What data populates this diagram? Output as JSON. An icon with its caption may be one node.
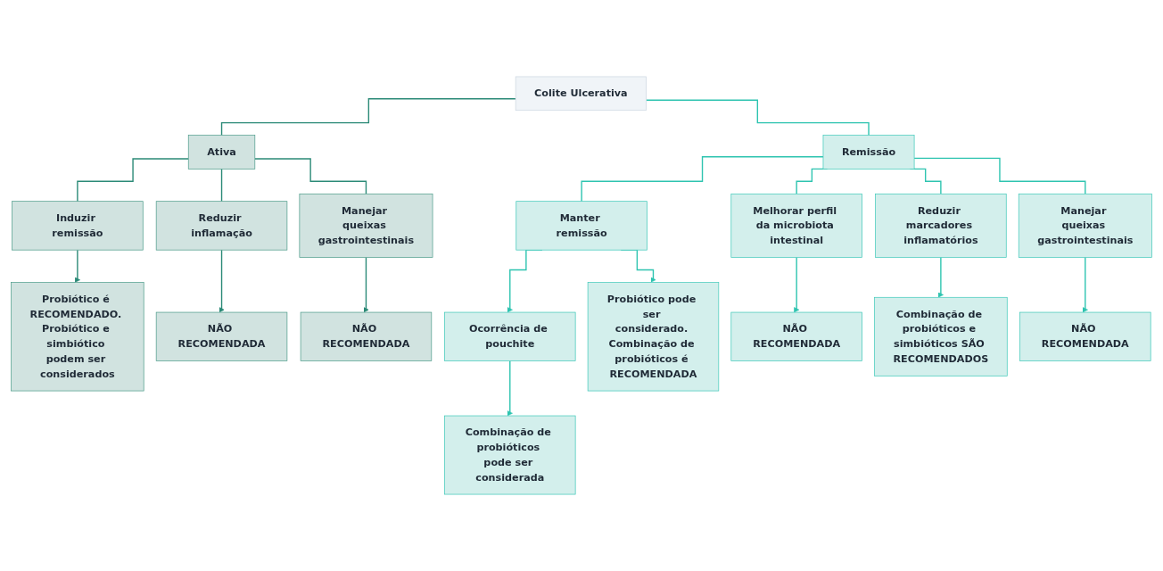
{
  "diagram": {
    "nodes": [
      {
        "text": [
          "Colite Ulcerativa"
        ]
      },
      {
        "text": [
          "Ativa"
        ]
      },
      {
        "text": [
          "Remissão"
        ]
      },
      {
        "text": [
          "Induzir remissão"
        ]
      },
      {
        "text": [
          "Reduzir inflamação"
        ]
      },
      {
        "text": [
          "Manejar queixas gastrointestinais"
        ]
      },
      {
        "text": [
          "Manter remissão"
        ]
      },
      {
        "text": [
          "Melhorar perfil da microbiota intestinal"
        ]
      },
      {
        "text": [
          "Reduzir marcadores inflamatórios"
        ]
      },
      {
        "text": [
          "Manejar queixas gastrointestinais"
        ]
      },
      {
        "text": [
          "Probiótico é RECOMENDADO. Probiótico e simbiótico podem ser considerados"
        ]
      },
      {
        "text": [
          "NÃO RECOMENDADA"
        ]
      },
      {
        "text": [
          "NÃO RECOMENDADA"
        ]
      },
      {
        "text": [
          "Ocorrência de pouchite"
        ]
      },
      {
        "text": [
          "Probiótico pode ser considerado. Combinação de probióticos é RECOMENDADA"
        ]
      },
      {
        "text": [
          "NÃO RECOMENDADA"
        ]
      },
      {
        "text": [
          "Combinação de probióticos e simbióticos SÃO RECOMENDADOS"
        ]
      },
      {
        "text": [
          "NÃO RECOMENDADA"
        ]
      },
      {
        "text": [
          "Combinação de probióticos pode ser considerada"
        ]
      }
    ],
    "edges": [
      {
        "from": 0,
        "to": 1,
        "arrow": "none",
        "color": "#2b8a77"
      },
      {
        "from": 0,
        "to": 2,
        "arrow": "none"
      },
      {
        "from": 1,
        "to": 3,
        "arrow": "none",
        "color": "#2b8a77"
      },
      {
        "from": 1,
        "to": 4,
        "arrow": "none",
        "color": "#2b8a77"
      },
      {
        "from": 1,
        "to": 5,
        "arrow": "none",
        "color": "#2b8a77"
      },
      {
        "from": 2,
        "to": 6,
        "arrow": "none"
      },
      {
        "from": 2,
        "to": 7,
        "arrow": "none"
      },
      {
        "from": 2,
        "to": 8,
        "arrow": "none"
      },
      {
        "from": 2,
        "to": 9,
        "arrow": "none"
      },
      {
        "from": 3,
        "to": 10,
        "arrow": "to",
        "color": "#2b8a77"
      },
      {
        "from": 4,
        "to": 11,
        "arrow": "to",
        "color": "#2b8a77"
      },
      {
        "from": 5,
        "to": 12,
        "arrow": "to",
        "color": "#2b8a77"
      },
      {
        "from": 6,
        "to": 13,
        "arrow": "to"
      },
      {
        "from": 6,
        "to": 14,
        "arrow": "to"
      },
      {
        "from": 7,
        "to": 15,
        "arrow": "to"
      },
      {
        "from": 8,
        "to": 16,
        "arrow": "to"
      },
      {
        "from": 9,
        "to": 17,
        "arrow": "to"
      },
      {
        "from": 13,
        "to": 18,
        "arrow": "to"
      }
    ]
  }
}
